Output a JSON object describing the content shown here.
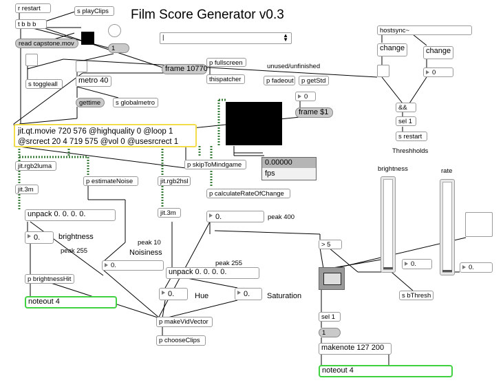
{
  "title": "Film Score Generator v0.3",
  "objects": {
    "r_restart": "r restart",
    "s_playclips": "s playClips",
    "tbbb": "t b b b",
    "read": "read capstone.mov",
    "msg_1": "1",
    "toggleall": "s toggleall",
    "metro": "metro 40",
    "gettime": "gettime",
    "globalmetro": "s globalmetro",
    "frame_msg": "frame 10770",
    "fullscreen": "p fullscreen",
    "thispatcher": "thispatcher",
    "unused_label": "unused/unfinished",
    "fadeout": "p fadeout",
    "getstd": "p getStd",
    "num_frame": "0",
    "frame_dollar": "frame $1",
    "jit_movie_1": "jit.qt.movie 720 576 @highquality 0 @loop 1",
    "jit_movie_2": "@srcrect 20 4 719 575 @vol 0 @usesrcrect 1",
    "skip": "p skipToMindgame",
    "fps_value": "0.00000",
    "fps_label": "fps",
    "rgb2luma": "jit.rgb2luma",
    "est_noise": "p estimateNoise",
    "rgb2hsl": "jit.rgb2hsl",
    "calc_rate": "p calculateRateOfChange",
    "jit3m_a": "jit.3m",
    "jit3m_b": "jit.3m",
    "unpack_a": "unpack 0. 0. 0. 0.",
    "num_brightness": "0.",
    "brightness_label": "brightness",
    "peak255_a": "peak 255",
    "peak10": "peak 10",
    "noisiness_label": "Noisiness",
    "num_noise": "0.",
    "num_rate": "0.",
    "peak400": "peak 400",
    "peak255_b": "peak 255",
    "unpack_b": "unpack 0. 0. 0. 0.",
    "bhit": "p brightnessHit",
    "noteout_a": "noteout 4",
    "num_hue": "0.",
    "hue_label": "Hue",
    "num_sat": "0.",
    "sat_label": "Saturation",
    "vidvector": "p makeVidVector",
    "chooseclips": "p chooseClips",
    "hostsync": "hostsync~",
    "change_a": "change",
    "change_b": "change",
    "num_change": "0",
    "and": "&&",
    "sel1_a": "sel 1",
    "s_restart": "s restart",
    "thresholds_label": "Threshholds",
    "brightness_slider_label": "brightness",
    "rate_label": "rate",
    "gt5": "> 5",
    "num_slider_a": "0.",
    "num_slider_b": "0.",
    "bthresh": "s bThresh",
    "sel1_b": "sel 1",
    "msg_1b": "1",
    "makenote": "makenote 127 200",
    "noteout_b": "noteout 4",
    "menu_value": "|"
  },
  "colors": {
    "noteout_border": "#3fd13f",
    "jit_border": "#f2dc4a",
    "patchcord": "#000000",
    "matrix_cord": "#3a7d3a"
  }
}
